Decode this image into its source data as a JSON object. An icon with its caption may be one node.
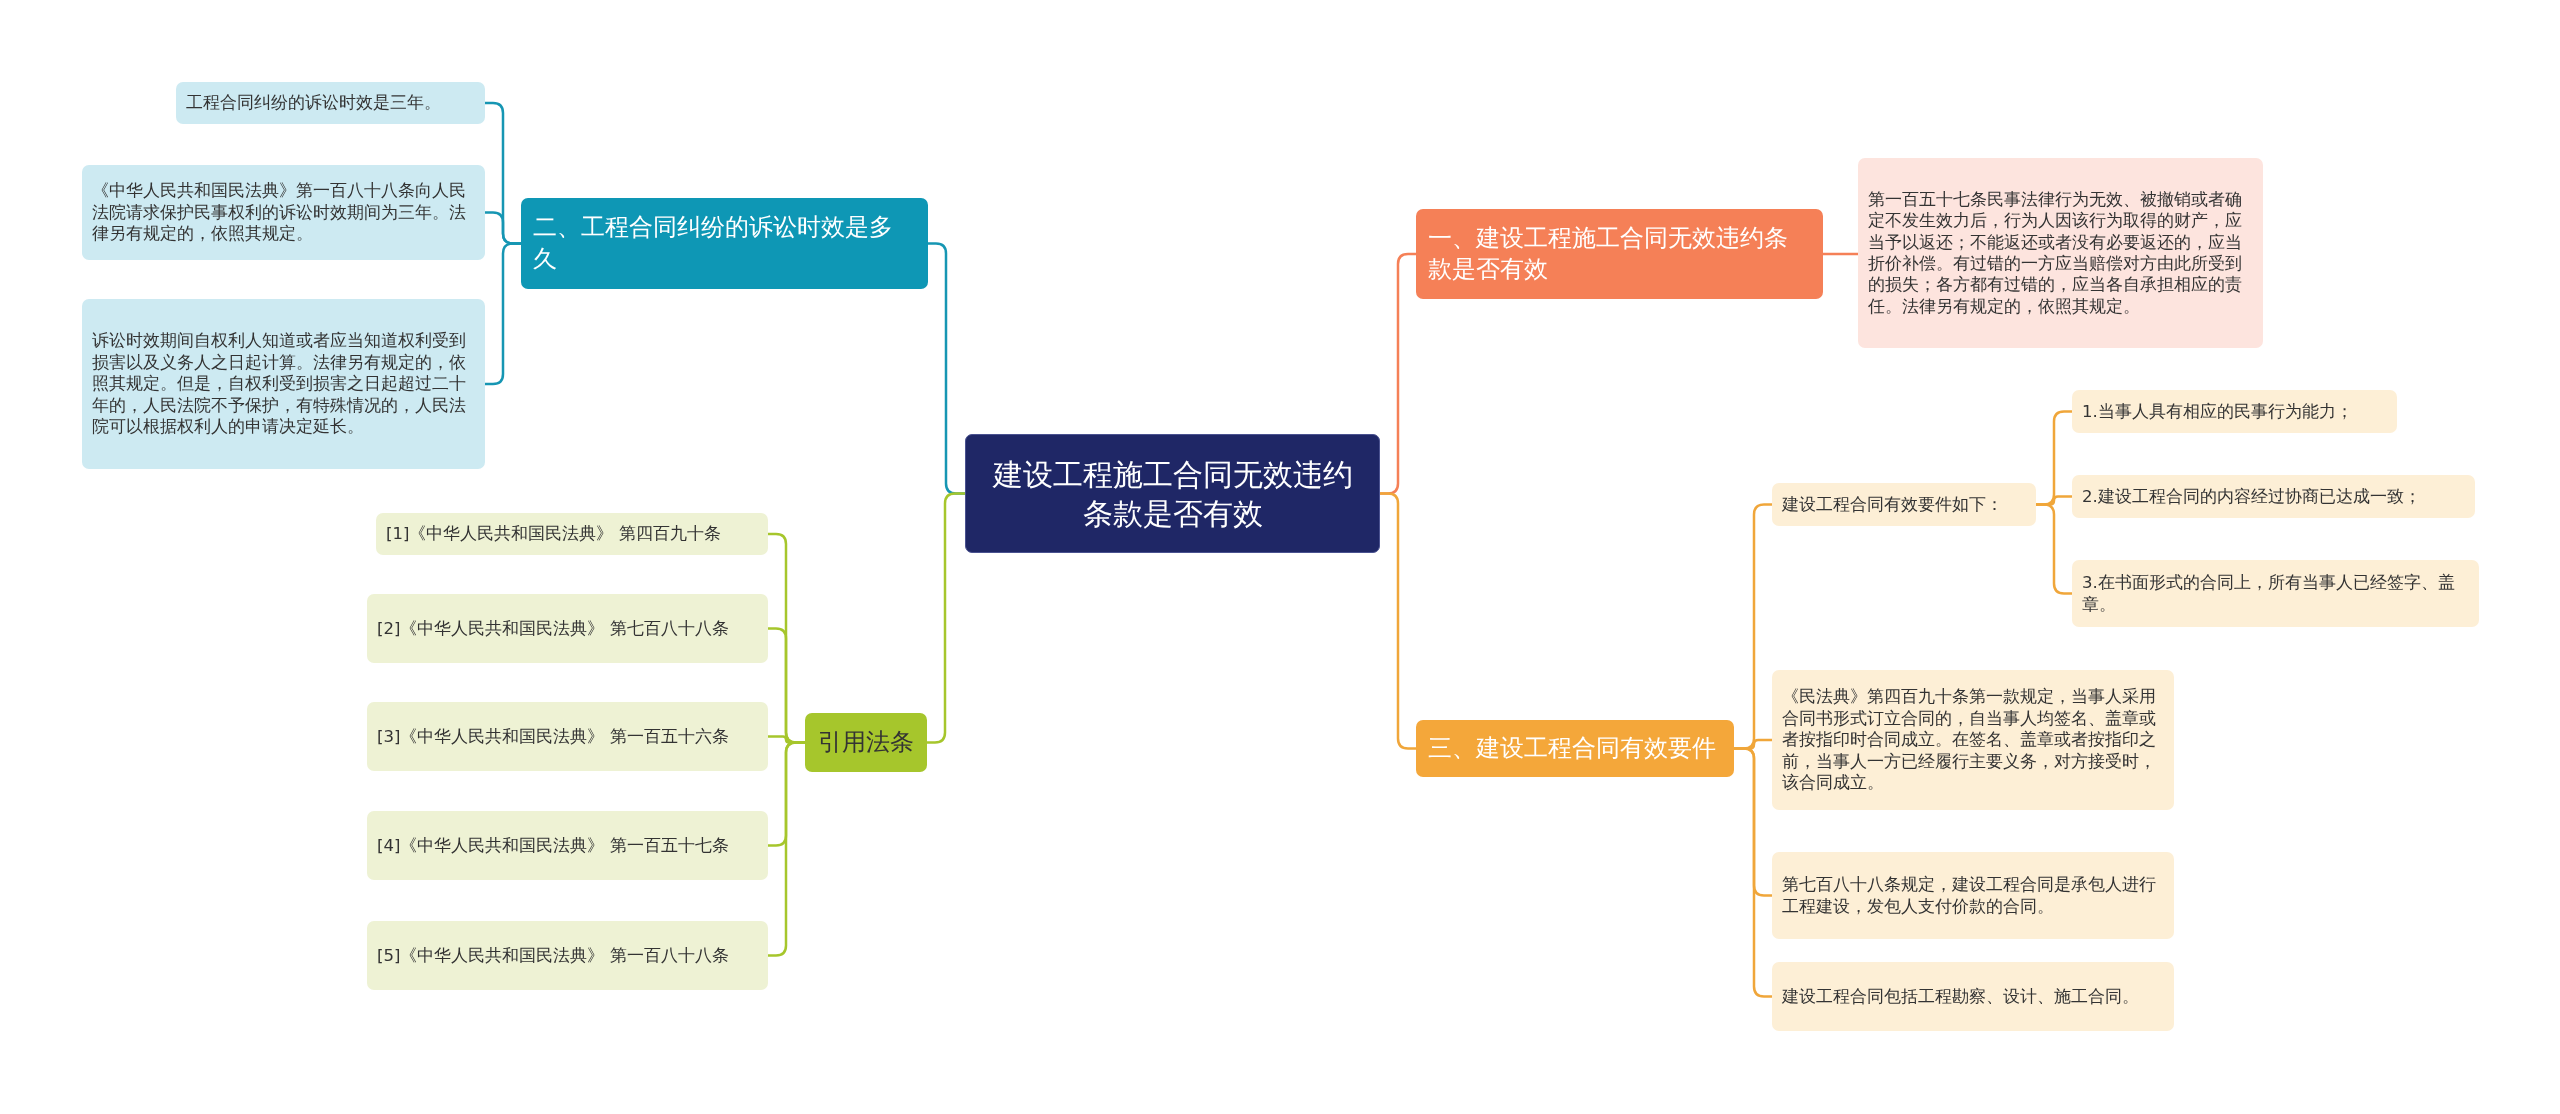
{
  "diagram": {
    "nodes": [
      {
        "text": [
          "建设工程施工合同无效违约条款是否有效"
        ]
      },
      {
        "text": [
          "二、工程合同纠纷的诉讼时效是多久"
        ]
      },
      {
        "text": [
          "工程合同纠纷的诉讼时效是三年。"
        ]
      },
      {
        "text": [
          "《中华人民共和国民法典》第一百八十八条向人民法院请求保护民事权利的诉讼时效期间为三年。法律另有规定的，依照其规定。"
        ]
      },
      {
        "text": [
          "诉讼时效期间自权利人知道或者应当知道权利受到损害以及义务人之日起计算。法律另有规定的，依照其规定。但是，自权利受到损害之日起超过二十年的，人民法院不予保护，有特殊情况的，人民法院可以根据权利人的申请决定延长。"
        ]
      },
      {
        "text": [
          "引用法条"
        ]
      },
      {
        "text": [
          "[1]《中华人民共和国民法典》 第四百九十条"
        ]
      },
      {
        "text": [
          "[2]《中华人民共和国民法典》 第七百八十八条"
        ]
      },
      {
        "text": [
          "[3]《中华人民共和国民法典》 第一百五十六条"
        ]
      },
      {
        "text": [
          "[4]《中华人民共和国民法典》 第一百五十七条"
        ]
      },
      {
        "text": [
          "[5]《中华人民共和国民法典》 第一百八十八条"
        ]
      },
      {
        "text": [
          "一、建设工程施工合同无效违约条款是否有效"
        ]
      },
      {
        "text": [
          "第一百五十七条民事法律行为无效、被撤销或者确定不发生效力后，行为人因该行为取得的财产，应当予以返还；不能返还或者没有必要返还的，应当折价补偿。有过错的一方应当赔偿对方由此所受到的损失；各方都有过错的，应当各自承担相应的责任。法律另有规定的，依照其规定。"
        ]
      },
      {
        "text": [
          "三、建设工程合同有效要件"
        ]
      },
      {
        "text": [
          "建设工程合同有效要件如下："
        ]
      },
      {
        "text": [
          "1.当事人具有相应的民事行为能力；"
        ]
      },
      {
        "text": [
          "2.建设工程合同的内容经过协商已达成一致；"
        ]
      },
      {
        "text": [
          "3.在书面形式的合同上，所有当事人已经签字、盖章。"
        ]
      },
      {
        "text": [
          "《民法典》第四百九十条第一款规定，当事人采用合同书形式订立合同的，自当事人均签名、盖章或者按指印时合同成立。在签名、盖章或者按指印之前，当事人一方已经履行主要义务，对方接受时，该合同成立。"
        ]
      },
      {
        "text": [
          "第七百八十八条规定，建设工程合同是承包人进行工程建设，发包人支付价款的合同。"
        ]
      },
      {
        "text": [
          "建设工程合同包括工程勘察、设计、施工合同。"
        ]
      }
    ],
    "edges": [
      {
        "from": 0,
        "to": 1,
        "arrow": "none",
        "color": "#1696b3"
      },
      {
        "from": 0,
        "to": 5,
        "arrow": "none",
        "color": "#a6c62c"
      },
      {
        "from": 0,
        "to": 11,
        "arrow": "none",
        "color": "#f58057"
      },
      {
        "from": 0,
        "to": 13,
        "arrow": "none",
        "color": "#f0a63a"
      },
      {
        "from": 1,
        "to": 2,
        "arrow": "none",
        "color": "#1696b3"
      },
      {
        "from": 1,
        "to": 3,
        "arrow": "none",
        "color": "#1696b3"
      },
      {
        "from": 1,
        "to": 4,
        "arrow": "none",
        "color": "#1696b3"
      },
      {
        "from": 5,
        "to": 6,
        "arrow": "none",
        "color": "#a6c62c"
      },
      {
        "from": 5,
        "to": 7,
        "arrow": "none",
        "color": "#a6c62c"
      },
      {
        "from": 5,
        "to": 8,
        "arrow": "none",
        "color": "#a6c62c"
      },
      {
        "from": 5,
        "to": 9,
        "arrow": "none",
        "color": "#a6c62c"
      },
      {
        "from": 5,
        "to": 10,
        "arrow": "none",
        "color": "#a6c62c"
      },
      {
        "from": 11,
        "to": 12,
        "arrow": "none",
        "color": "#f58057"
      },
      {
        "from": 13,
        "to": 14,
        "arrow": "none",
        "color": "#f0a63a"
      },
      {
        "from": 13,
        "to": 18,
        "arrow": "none",
        "color": "#f0a63a"
      },
      {
        "from": 13,
        "to": 19,
        "arrow": "none",
        "color": "#f0a63a"
      },
      {
        "from": 13,
        "to": 20,
        "arrow": "none",
        "color": "#f0a63a"
      },
      {
        "from": 14,
        "to": 15,
        "arrow": "none",
        "color": "#f0a63a"
      },
      {
        "from": 14,
        "to": 16,
        "arrow": "none",
        "color": "#f0a63a"
      },
      {
        "from": 14,
        "to": 17,
        "arrow": "none",
        "color": "#f0a63a"
      }
    ]
  }
}
